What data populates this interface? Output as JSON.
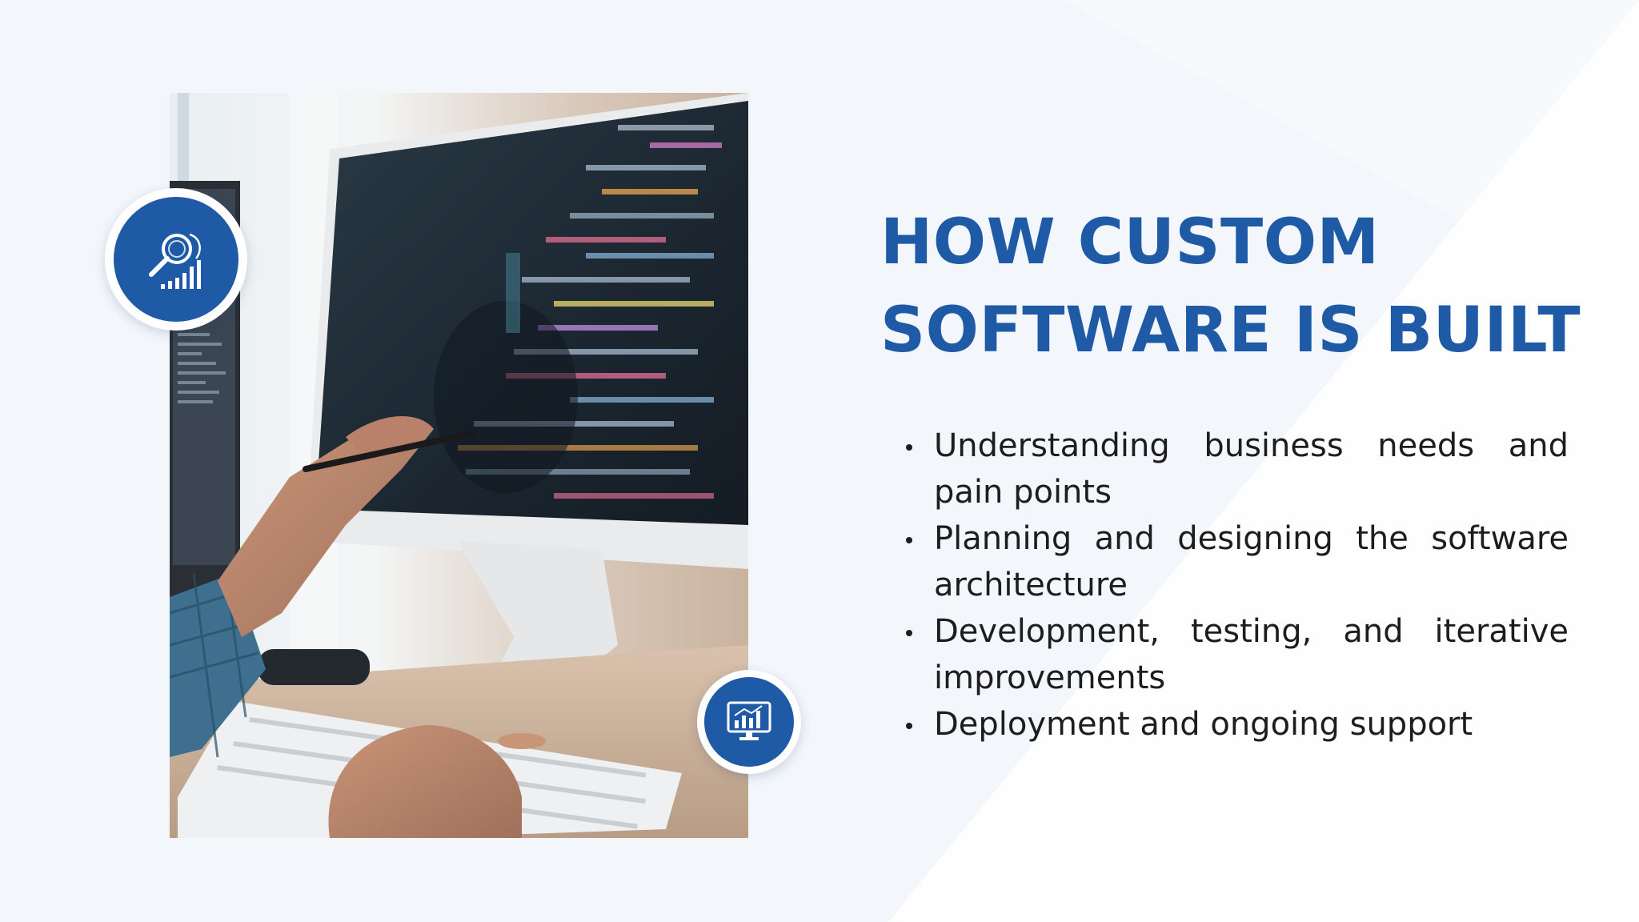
{
  "slide": {
    "title_line_1": "HOW CUSTOM",
    "title_line_2": "SOFTWARE IS BUILT",
    "bullets": [
      "Understanding business needs and pain points",
      "Planning and designing the software architecture",
      "Development, testing, and iterative improvements",
      "Deployment and ongoing support"
    ]
  },
  "icons": {
    "badge_top": "search-analytics-icon",
    "badge_bottom": "monitor-chart-icon"
  },
  "colors": {
    "accent": "#1f5aa6",
    "background": "#f3f7fb",
    "text": "#1d1d1d"
  }
}
